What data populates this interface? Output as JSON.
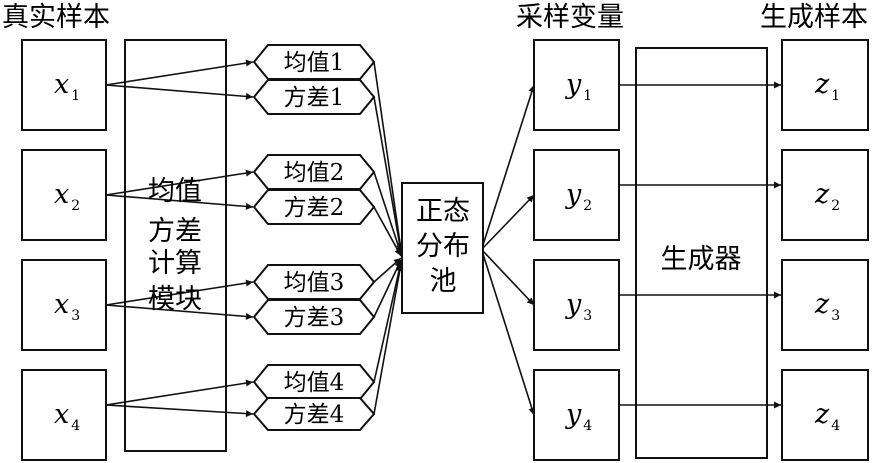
{
  "headings": {
    "real_samples": "真实样本",
    "sampled_vars": "采样变量",
    "generated_samples": "生成样本"
  },
  "real_samples": [
    {
      "var": "x",
      "sub": "1"
    },
    {
      "var": "x",
      "sub": "2"
    },
    {
      "var": "x",
      "sub": "3"
    },
    {
      "var": "x",
      "sub": "4"
    }
  ],
  "stats": [
    {
      "mean": "均值1",
      "var": "方差1"
    },
    {
      "mean": "均值2",
      "var": "方差2"
    },
    {
      "mean": "均值3",
      "var": "方差3"
    },
    {
      "mean": "均值4",
      "var": "方差4"
    }
  ],
  "module": {
    "lines": [
      "均值",
      "方差",
      "计算",
      "模块"
    ]
  },
  "pool": {
    "lines": [
      "正态",
      "分布",
      "池"
    ]
  },
  "sampled": [
    {
      "var": "y",
      "sub": "1"
    },
    {
      "var": "y",
      "sub": "2"
    },
    {
      "var": "y",
      "sub": "3"
    },
    {
      "var": "y",
      "sub": "4"
    }
  ],
  "generator": {
    "label": "生成器"
  },
  "generated": [
    {
      "var": "z",
      "sub": "1"
    },
    {
      "var": "z",
      "sub": "2"
    },
    {
      "var": "z",
      "sub": "3"
    },
    {
      "var": "z",
      "sub": "4"
    }
  ]
}
